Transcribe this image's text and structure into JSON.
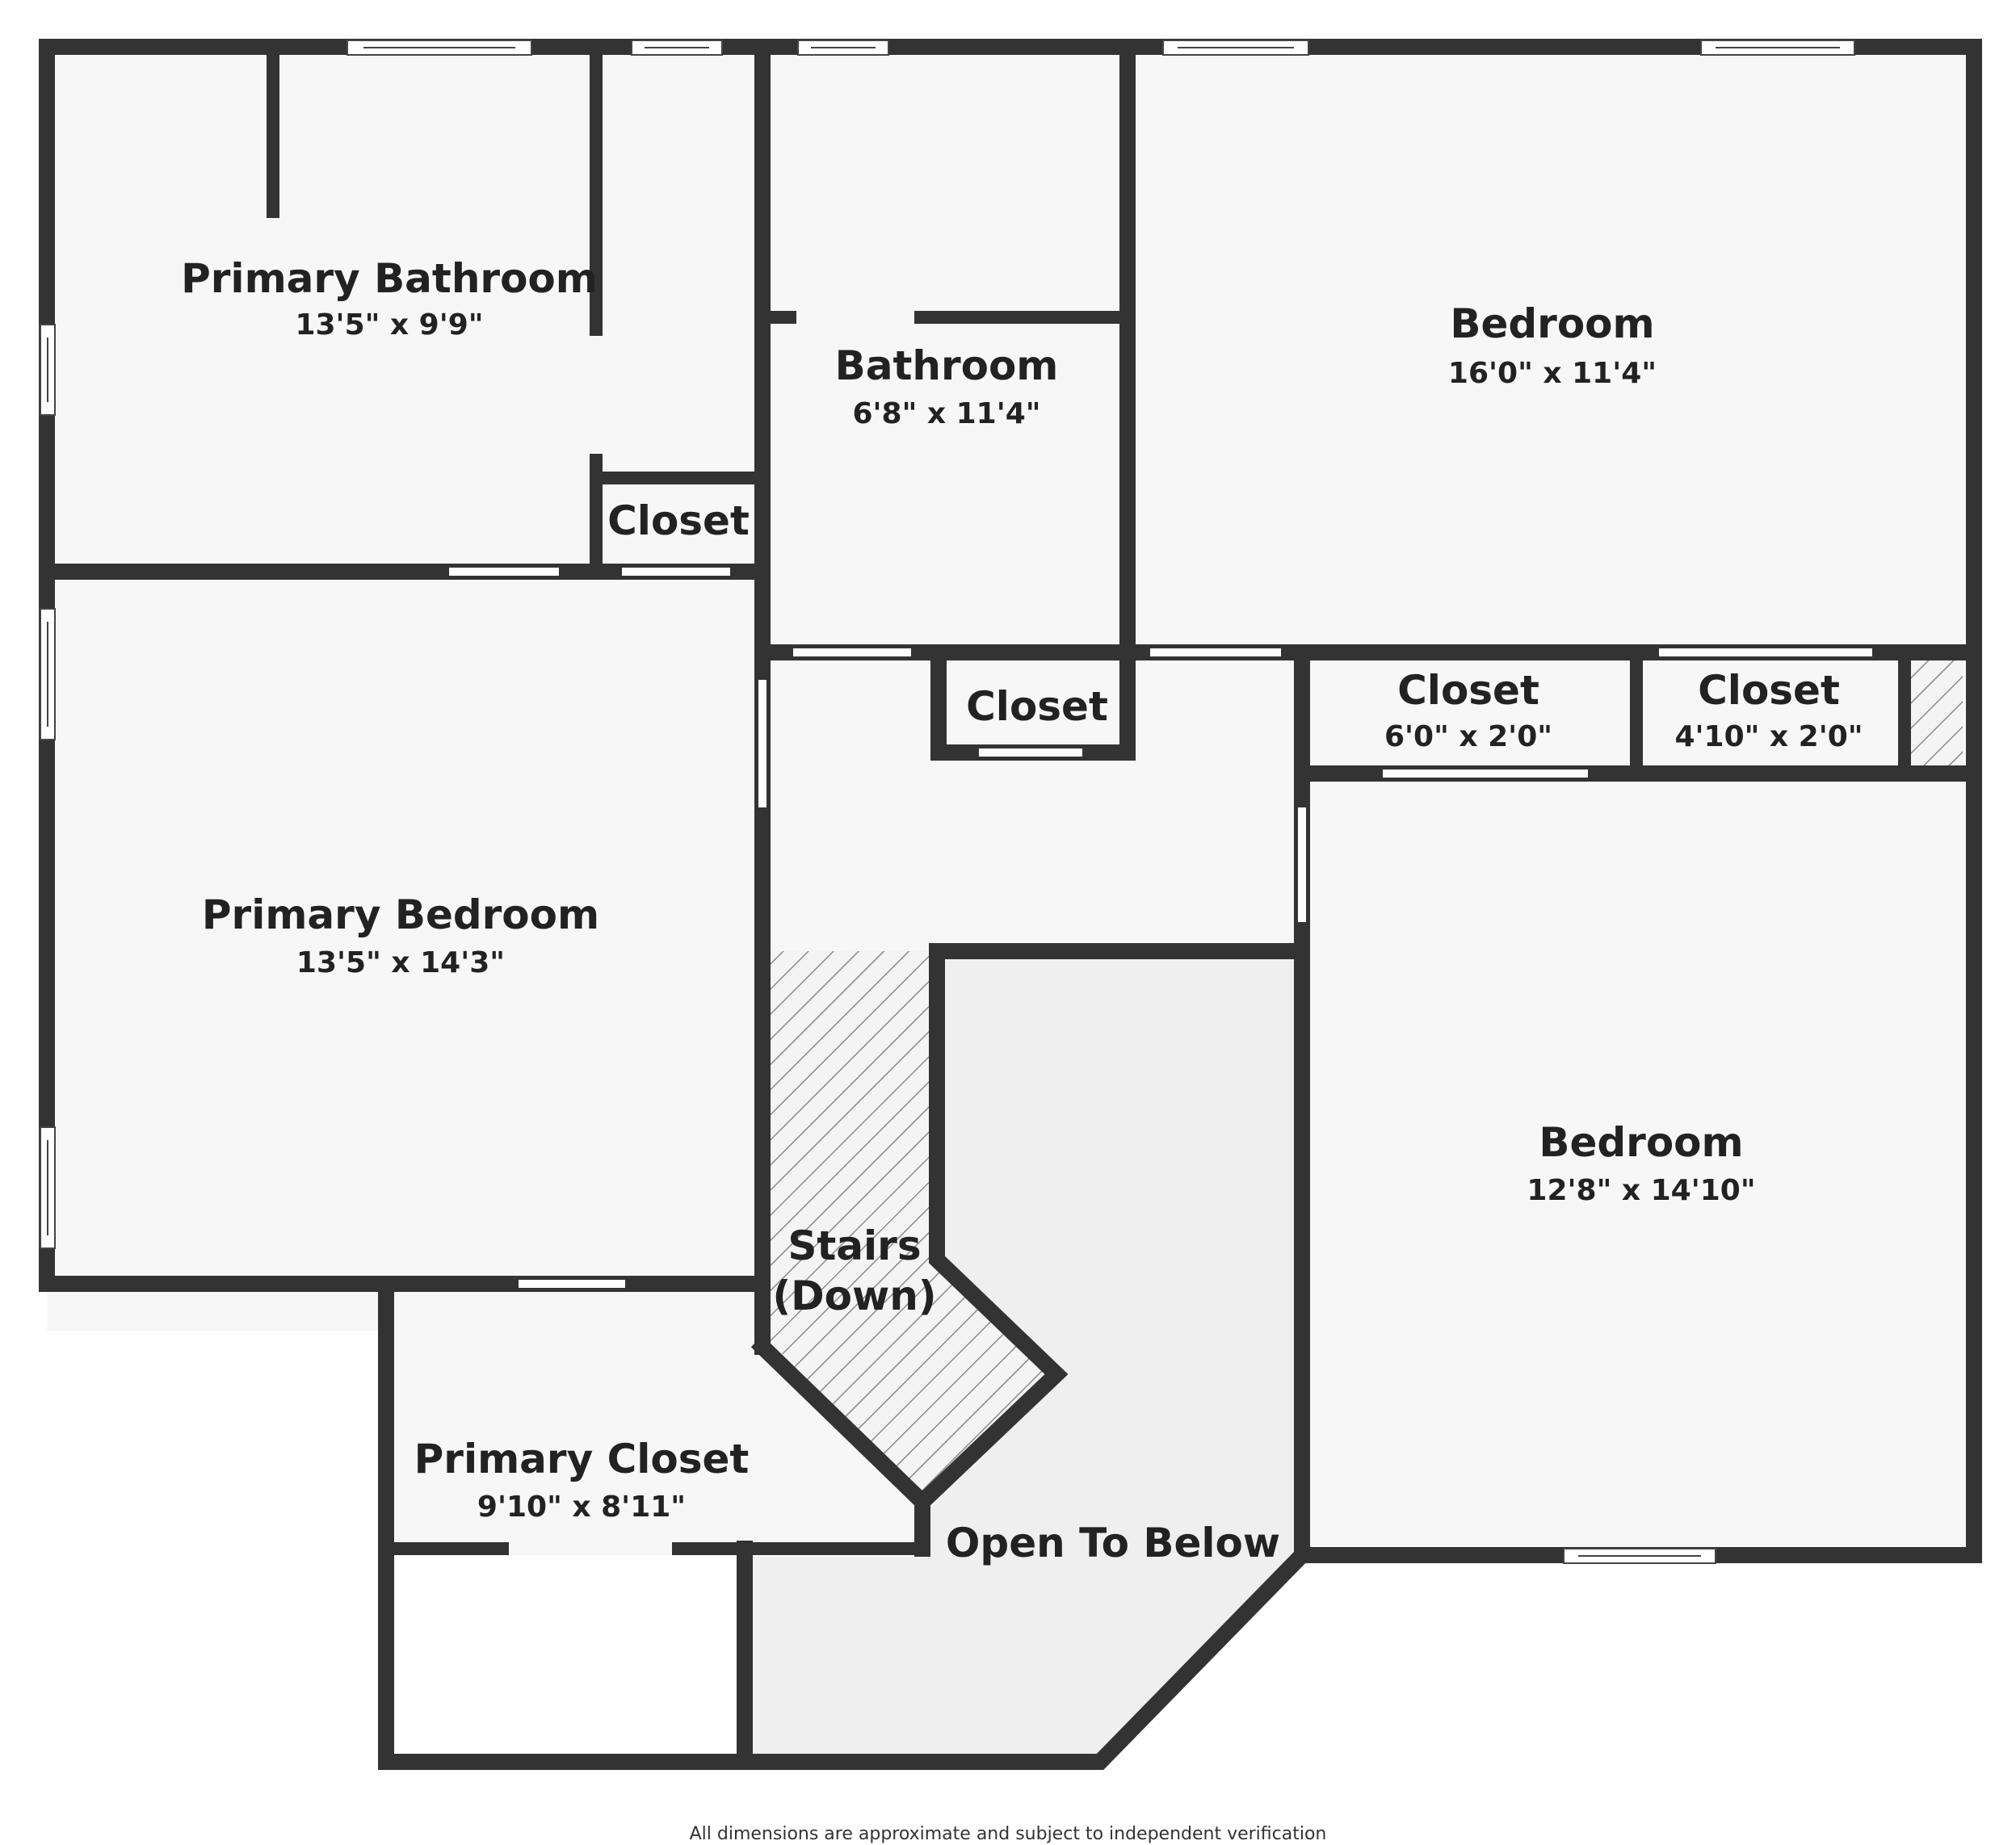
{
  "rooms": {
    "primary_bathroom": {
      "name": "Primary Bathroom",
      "dims": "13'5\" x 9'9\""
    },
    "closet_1": {
      "name": "Closet"
    },
    "bathroom": {
      "name": "Bathroom",
      "dims": "6'8\" x 11'4\""
    },
    "bedroom_1": {
      "name": "Bedroom",
      "dims": "16'0\" x 11'4\""
    },
    "closet_2": {
      "name": "Closet"
    },
    "closet_3": {
      "name": "Closet",
      "dims": "6'0\" x 2'0\""
    },
    "closet_4": {
      "name": "Closet",
      "dims": "4'10\" x 2'0\""
    },
    "primary_bedroom": {
      "name": "Primary Bedroom",
      "dims": "13'5\" x 14'3\""
    },
    "bedroom_2": {
      "name": "Bedroom",
      "dims": "12'8\" x 14'10\""
    },
    "stairs": {
      "name_line1": "Stairs",
      "name_line2": "(Down)"
    },
    "primary_closet": {
      "name": "Primary Closet",
      "dims": "9'10\" x 8'11\""
    },
    "open_to_below": {
      "name": "Open To Below"
    }
  },
  "footer": {
    "disclaimer": "All dimensions are approximate and subject to independent verification"
  },
  "colors": {
    "wall": "#333333",
    "floor": "#f7f7f7",
    "open_area": "#efefef",
    "background": "#ffffff"
  }
}
